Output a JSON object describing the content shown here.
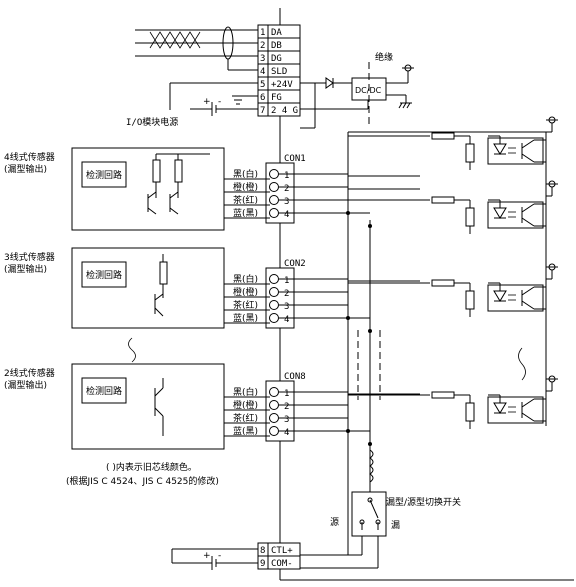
{
  "io_terminal": {
    "rows": [
      {
        "num": "1",
        "label": "DA"
      },
      {
        "num": "2",
        "label": "DB"
      },
      {
        "num": "3",
        "label": "DG"
      },
      {
        "num": "4",
        "label": "SLD"
      },
      {
        "num": "5",
        "label": "+24V"
      },
      {
        "num": "6",
        "label": "FG"
      },
      {
        "num": "7",
        "label": "2 4 G"
      }
    ],
    "power_label": "I/O模块电源"
  },
  "isolation_label": "绝缘",
  "dcdc_label": "DC/DC",
  "sensors": [
    {
      "title": "4线式传感器",
      "subtitle": "(漏型输出)",
      "detect": "检测回路"
    },
    {
      "title": "3线式传感器",
      "subtitle": "(漏型输出)",
      "detect": "检测回路"
    },
    {
      "title": "2线式传感器",
      "subtitle": "(漏型输出)",
      "detect": "检测回路"
    }
  ],
  "connectors": [
    {
      "name": "CON1"
    },
    {
      "name": "CON2"
    },
    {
      "name": "CON8"
    }
  ],
  "wire_colors": [
    "黑(白)",
    "橙(橙)",
    "茶(红)",
    "蓝(黑)"
  ],
  "pin_numbers": [
    "1",
    "2",
    "3",
    "4"
  ],
  "note_line1": "( )内表示旧芯线颜色。",
  "note_line2": "(根据JIS C 4524、JIS C 4525的修改)",
  "switch_label": "漏型/源型切换开关",
  "source_label": "源",
  "sink_label": "漏",
  "bottom_terminal": {
    "rows": [
      {
        "num": "8",
        "label": "CTL+"
      },
      {
        "num": "9",
        "label": "COM-"
      }
    ]
  },
  "plus_sign": "+",
  "minus_sign": "-"
}
